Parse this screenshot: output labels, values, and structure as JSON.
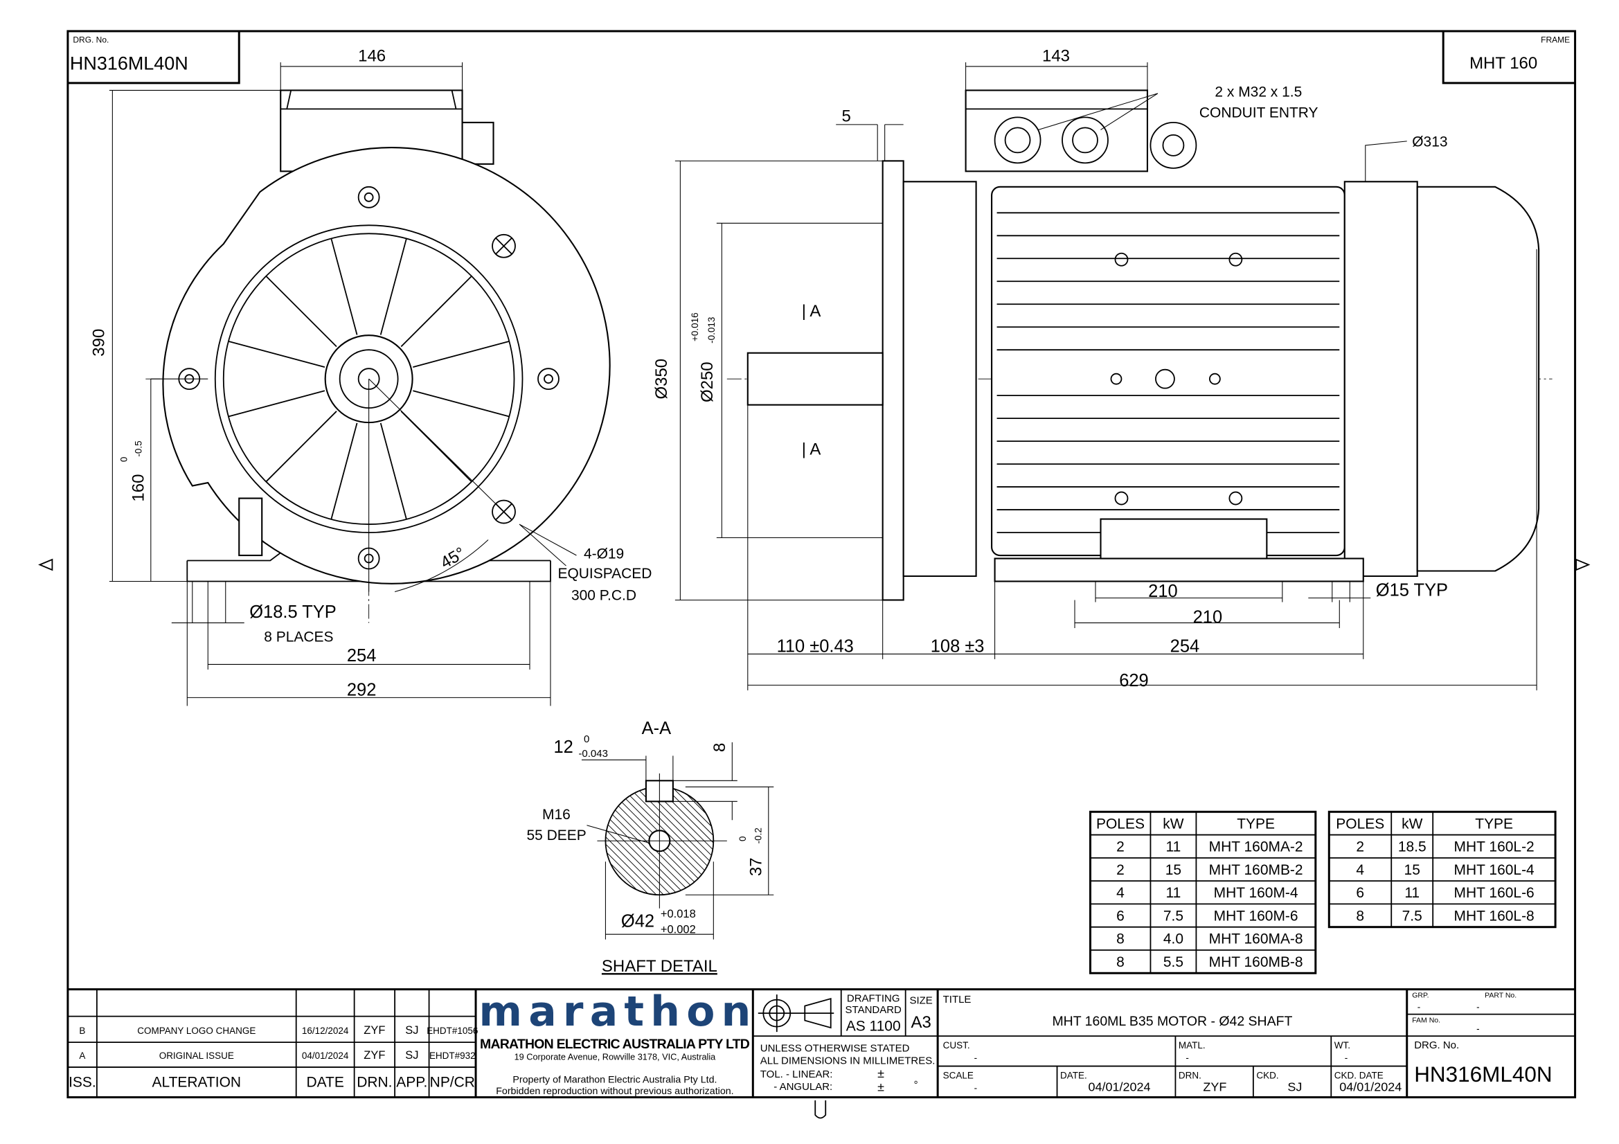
{
  "header": {
    "drg_label": "DRG. No.",
    "drg_no": "HN316ML40N",
    "frame_label": "FRAME",
    "frame": "MHT 160"
  },
  "front_view": {
    "width_terminal": "146",
    "height": "390",
    "shaft_height": "160",
    "shaft_height_tol_upper": "0",
    "shaft_height_tol_lower": "-0.5",
    "angle": "45°",
    "holes": "4-Ø19",
    "equispaced": "EQUISPACED",
    "pcd": "300 P.C.D",
    "foot_holes": "Ø18.5 TYP",
    "foot_holes_count": "8 PLACES",
    "foot_centres": "254",
    "foot_width": "292"
  },
  "side_view": {
    "terminal_width": "143",
    "flange_thickness": "5",
    "conduit": "2 x M32 x 1.5",
    "conduit_label": "CONDUIT ENTRY",
    "flange_dia": "Ø313",
    "spigot": "Ø350",
    "spigot_fit": "Ø250",
    "spigot_tol_upper": "+0.016",
    "spigot_tol_lower": "-0.013",
    "section_mark": "| A",
    "foot_210_a": "210",
    "foot_210_b": "210",
    "foot_254": "254",
    "foot_hole": "Ø15 TYP",
    "shaft_length": "110 ±0.43",
    "flange_to_foot": "108 ±3",
    "overall_length": "629"
  },
  "shaft_detail": {
    "section_title": "A-A",
    "key_width": "12",
    "key_tol_upper": "0",
    "key_tol_lower": "-0.043",
    "key_height": "8",
    "thread": "M16",
    "thread_depth": "55 DEEP",
    "shaft_key_dim": "37",
    "shaft_key_tol_upper": "0",
    "shaft_key_tol_lower": "-0.2",
    "shaft_dia": "Ø42",
    "shaft_tol_upper": "+0.018",
    "shaft_tol_lower": "+0.002",
    "caption": "SHAFT DETAIL"
  },
  "table_left": {
    "headers": [
      "POLES",
      "kW",
      "TYPE"
    ],
    "rows": [
      [
        "2",
        "11",
        "MHT 160MA-2"
      ],
      [
        "2",
        "15",
        "MHT 160MB-2"
      ],
      [
        "4",
        "11",
        "MHT 160M-4"
      ],
      [
        "6",
        "7.5",
        "MHT 160M-6"
      ],
      [
        "8",
        "4.0",
        "MHT 160MA-8"
      ],
      [
        "8",
        "5.5",
        "MHT 160MB-8"
      ]
    ]
  },
  "table_right": {
    "headers": [
      "POLES",
      "kW",
      "TYPE"
    ],
    "rows": [
      [
        "2",
        "18.5",
        "MHT 160L-2"
      ],
      [
        "4",
        "15",
        "MHT 160L-4"
      ],
      [
        "6",
        "11",
        "MHT 160L-6"
      ],
      [
        "8",
        "7.5",
        "MHT 160L-8"
      ]
    ]
  },
  "revisions": {
    "headers": [
      "ISS.",
      "ALTERATION",
      "DATE",
      "DRN.",
      "APP.",
      "NP/CR"
    ],
    "rows": [
      [
        "B",
        "COMPANY LOGO CHANGE",
        "16/12/2024",
        "ZYF",
        "SJ",
        "EHDT#1056"
      ],
      [
        "A",
        "ORIGINAL ISSUE",
        "04/01/2024",
        "ZYF",
        "SJ",
        "EHDT#932"
      ]
    ]
  },
  "company": {
    "logo": "marathon",
    "name": "MARATHON ELECTRIC AUSTRALIA PTY LTD",
    "address": "19 Corporate Avenue, Rowville 3178, VIC, Australia",
    "notice1": "Property of Marathon Electric Australia Pty Ltd.",
    "notice2": "Forbidden reproduction without previous authorization.",
    "brand_color": "#1d4477"
  },
  "title_block": {
    "drafting_label1": "DRAFTING",
    "drafting_label2": "STANDARD",
    "drafting_standard": "AS 1100",
    "size_label": "SIZE",
    "size": "A3",
    "title_label": "TITLE",
    "title": "MHT 160ML  B35 MOTOR - Ø42 SHAFT",
    "grp_label": "GRP.",
    "grp": "-",
    "part_label": "PART No.",
    "part": "-",
    "fam_label": "FAM No.",
    "fam": "-",
    "note1": "UNLESS OTHERWISE STATED",
    "note2": "ALL DIMENSIONS IN MILLIMETRES.",
    "tol_linear": "TOL.  - LINEAR:",
    "tol_angular": "- ANGULAR:",
    "pm": "±",
    "deg": "°",
    "cust_label": "CUST.",
    "cust": "-",
    "matl_label": "MATL.",
    "matl": "-",
    "wt_label": "WT.",
    "wt": "-",
    "scale_label": "SCALE",
    "scale": "-",
    "date_label": "DATE.",
    "date": "04/01/2024",
    "drn_label": "DRN.",
    "drn": "ZYF",
    "ckd_label": "CKD.",
    "ckd": "SJ",
    "ckd_date_label": "CKD. DATE",
    "ckd_date": "04/01/2024",
    "drg_label": "DRG. No.",
    "drg_no": "HN316ML40N"
  }
}
